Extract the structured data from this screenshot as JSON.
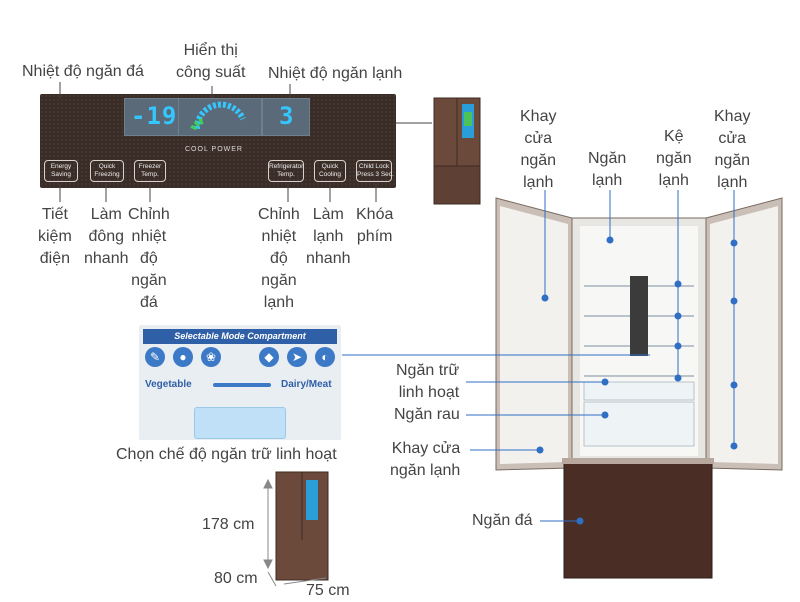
{
  "panel": {
    "labels": {
      "freezer_temp": "Nhiệt độ ngăn đá",
      "power_display": "Hiển thị\ncông suất",
      "fridge_temp": "Nhiệt độ ngăn lạnh",
      "energy_saving": "Tiết\nkiệm\nđiện",
      "quick_freeze": "Làm\nđông\nnhanh",
      "freezer_adjust": "Chỉnh\nnhiệt\nđộ\nngăn\nđá",
      "fridge_adjust": "Chỉnh\nnhiệt\nđộ\nngăn\nlạnh",
      "quick_cool": "Làm\nlạnh\nnhanh",
      "child_lock": "Khóa\nphím"
    },
    "display": {
      "freezer_value": "-19",
      "fridge_value": "3",
      "cool_power": "COOL POWER"
    },
    "buttons": {
      "energy": "Energy\nSaving",
      "quick_freezing": "Quick\nFreezing",
      "freezer_temp": "Freezer\nTemp.",
      "refrigerator_temp": "Refrigerator\nTemp.",
      "quick_cooling": "Quick\nCooling",
      "child_lock": "Child Lock\nPress 3 Sec."
    }
  },
  "mode_card": {
    "header": "Selectable Mode Compartment",
    "vegetable": "Vegetable",
    "dairy": "Dairy/Meat",
    "caption": "Chọn chế độ ngăn trữ linh hoạt"
  },
  "fridge_labels": {
    "door_tray_left": "Khay\ncửa\nngăn\nlạnh",
    "fridge_compartment": "Ngăn\nlạnh",
    "shelf": "Kệ\nngăn\nlạnh",
    "door_tray_right": "Khay\ncửa\nngăn\nlạnh",
    "flex_storage": "Ngăn trữ\nlinh hoạt",
    "vegetable_drawer": "Ngăn rau",
    "door_tray_bottom": "Khay cửa\nngăn lạnh",
    "freezer": "Ngăn đá"
  },
  "dimensions": {
    "height": "178 cm",
    "depth": "80 cm",
    "width": "75 cm"
  },
  "colors": {
    "accent": "#2f6fc4",
    "body": "#6b4a3c",
    "line": "#2f6fc4"
  }
}
